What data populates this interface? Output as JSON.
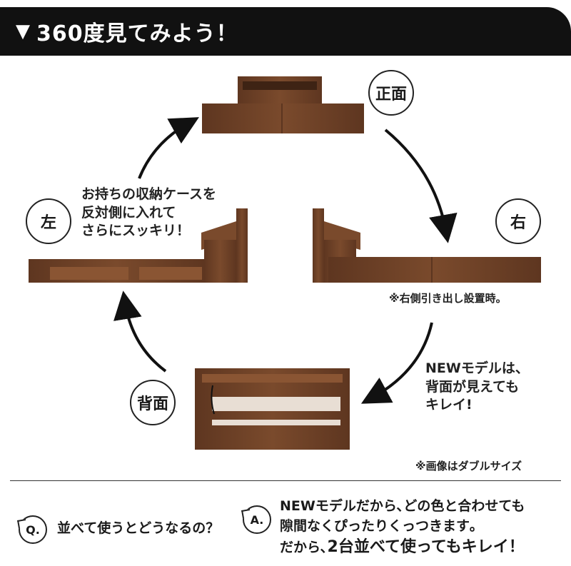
{
  "header": {
    "marker": "▼",
    "title": "360度見てみよう！"
  },
  "views": {
    "front": "正面",
    "right": "右",
    "left": "左",
    "back": "背面"
  },
  "notes": {
    "left_note_lines": [
      "お持ちの収納ケースを",
      "反対側に入れて",
      "さらにスッキリ！"
    ],
    "right_drawer_note": "※右側引き出し設置時。",
    "back_note_lines": [
      "NEWモデルは、",
      "背面が見えても",
      "キレイ!"
    ],
    "image_size_note": "※画像はダブルサイズ"
  },
  "qa": {
    "q_label": "Q.",
    "question": "並べて使うとどうなるの？",
    "a_label": "A.",
    "answer_lines": [
      "NEWモデルだから､どの色と合わせても",
      "隙間なくぴったりくっつきます｡"
    ],
    "answer_prefix": "だから､",
    "answer_emphasis": "2台並べて使ってもキレイ！"
  },
  "colors": {
    "wood": "#6b3f24",
    "wood_light": "#8a5533",
    "accent": "#111111"
  }
}
